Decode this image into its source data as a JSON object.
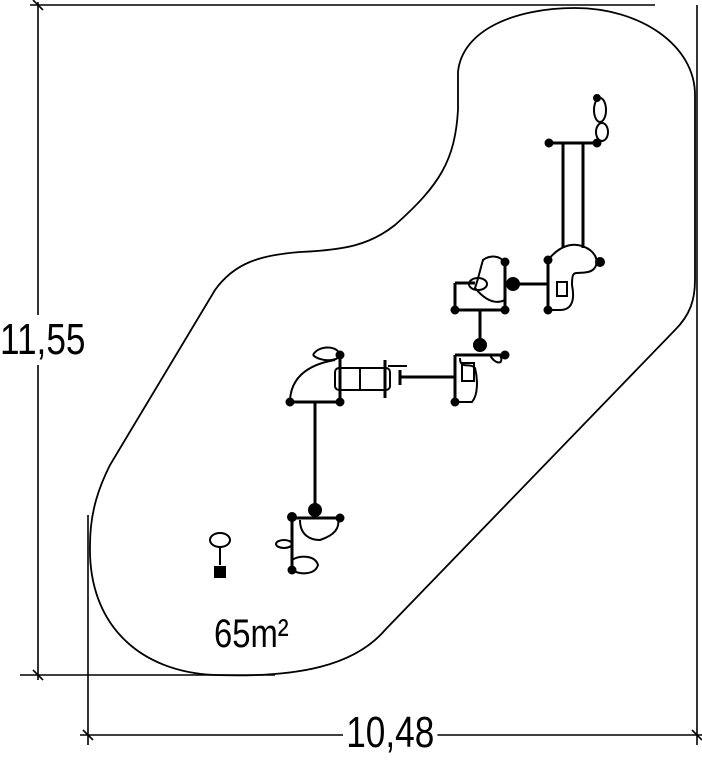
{
  "drawing": {
    "width_dimension": "10,48",
    "height_dimension": "11,55",
    "area_label": "65m²",
    "line_color": "#000000",
    "background": "#ffffff"
  }
}
